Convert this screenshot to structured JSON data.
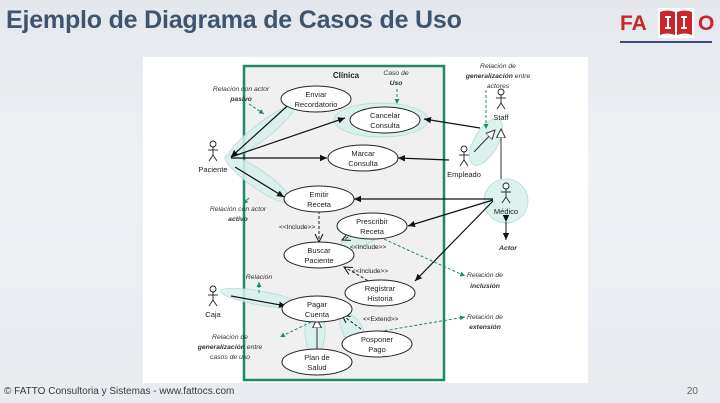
{
  "slide": {
    "title": "Ejemplo de Diagrama de Casos de Uso",
    "footer": "© FATTO Consultoria y Sistemas - www.fattocs.com",
    "page_number": "20",
    "logo": {
      "left": "FA",
      "right": "O",
      "brand_color": "#c8262c"
    }
  },
  "diagram": {
    "system_label": "Clínica",
    "boundary_color": "#1f8a6a",
    "use_cases": [
      {
        "id": "enviar",
        "line1": "Enviar",
        "line2": "Recordatorio"
      },
      {
        "id": "cancelar",
        "line1": "Cancelar",
        "line2": "Consulta"
      },
      {
        "id": "marcar",
        "line1": "Marcar",
        "line2": "Consulta"
      },
      {
        "id": "emitir",
        "line1": "Emitir",
        "line2": "Receta"
      },
      {
        "id": "prescribir",
        "line1": "Prescribir",
        "line2": "Receta"
      },
      {
        "id": "buscar",
        "line1": "Buscar",
        "line2": "Paciente"
      },
      {
        "id": "registrar",
        "line1": "Registrar",
        "line2": "Historia"
      },
      {
        "id": "pagar",
        "line1": "Pagar",
        "line2": "Cuenta"
      },
      {
        "id": "posponer",
        "line1": "Posponer",
        "line2": "Pago"
      },
      {
        "id": "plan",
        "line1": "Plan de",
        "line2": "Salud"
      }
    ],
    "actors": [
      {
        "id": "paciente",
        "label": "Paciente"
      },
      {
        "id": "caja",
        "label": "Caja"
      },
      {
        "id": "staff",
        "label": "Staff"
      },
      {
        "id": "empleado",
        "label": "Empleado"
      },
      {
        "id": "medico",
        "label": "Médico"
      }
    ],
    "stereotypes": {
      "include1": "<<Include>>",
      "include2": "<<Include>>",
      "include3": "<<Include>>",
      "extend": "<<Extend>>"
    },
    "annotations": {
      "pasivo": {
        "line1": "Relación con actor",
        "line2": "pasivo"
      },
      "activo": {
        "line1": "Relación con actor",
        "line2": "activo"
      },
      "caso_uso": {
        "line1": "Caso de",
        "line2": "Uso"
      },
      "gen_actores": {
        "line1": "Relación de",
        "line2_bold": "generalización",
        "line2_rest": " entre",
        "line3": "actores"
      },
      "actor": "Actor",
      "relacion": "Relación",
      "inclusion": {
        "line1": "Relación de",
        "line2": "inclusión"
      },
      "extension": {
        "line1": "Relación de",
        "line2": "extensión"
      },
      "gen_casos": {
        "line1": "Relación de",
        "line2_bold": "generalización",
        "line2_rest": " entre",
        "line3": "casos de uso"
      }
    }
  }
}
